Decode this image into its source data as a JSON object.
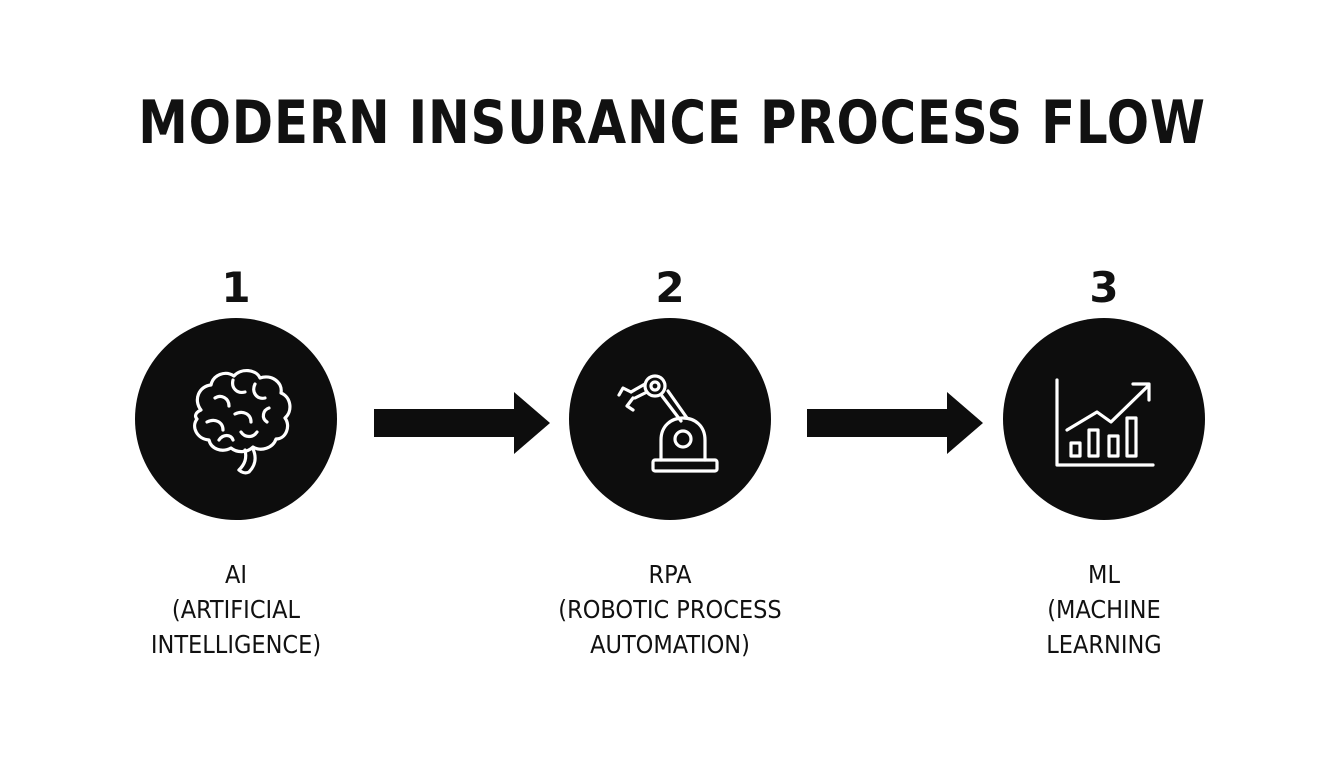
{
  "title": "MODERN INSURANCE PROCESS FLOW",
  "colors": {
    "background": "#ffffff",
    "ink": "#111111",
    "circle": "#0d0d0d",
    "icon": "#ffffff"
  },
  "steps": [
    {
      "number": "1",
      "icon": "brain-icon",
      "label": [
        "AI",
        "(ARTIFICIAL",
        "INTELLIGENCE)"
      ]
    },
    {
      "number": "2",
      "icon": "robotic-arm-icon",
      "label": [
        "RPA",
        "(ROBOTIC PROCESS",
        "AUTOMATION)"
      ]
    },
    {
      "number": "3",
      "icon": "growth-chart-icon",
      "label": [
        "ML",
        "(MACHINE",
        "LEARNING"
      ]
    }
  ],
  "connectors": [
    {
      "from": "1",
      "to": "2",
      "icon": "arrow-right-icon"
    },
    {
      "from": "2",
      "to": "3",
      "icon": "arrow-right-icon"
    }
  ]
}
